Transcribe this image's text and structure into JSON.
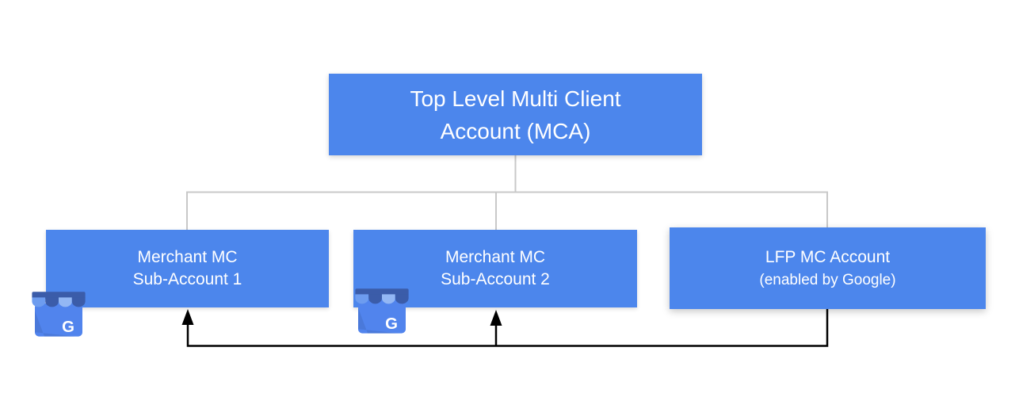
{
  "colors": {
    "box_fill": "#4C86EC",
    "box_text": "#FFFFFF",
    "tree_line": "#C8C8C8",
    "flow_line": "#000000",
    "icon_body": "#5184ED",
    "icon_awning_dark": "#3B5CA9",
    "icon_awning_light1": "#6D9CEF",
    "icon_awning_light2": "#93B7F4"
  },
  "nodes": {
    "root": {
      "line1": "Top Level Multi Client",
      "line2": "Account (MCA)"
    },
    "sub1": {
      "line1": "Merchant MC",
      "line2": "Sub-Account 1"
    },
    "sub2": {
      "line1": "Merchant MC",
      "line2": "Sub-Account 2"
    },
    "lfp": {
      "line1": "LFP MC Account",
      "line2": "(enabled by Google)"
    }
  },
  "edges": {
    "tree": [
      "root-sub1",
      "root-sub2",
      "root-lfp"
    ],
    "arrows": [
      "lfp-sub1",
      "lfp-sub2"
    ]
  },
  "icons": {
    "business_profile_letter": "G"
  }
}
